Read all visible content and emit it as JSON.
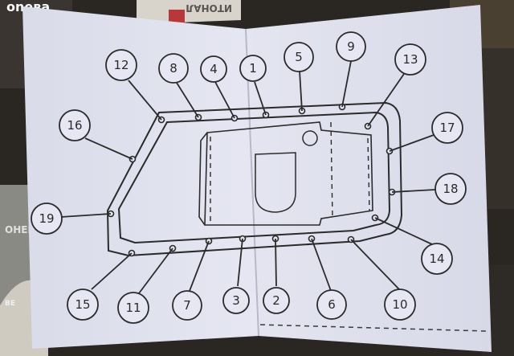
{
  "background_print": {
    "top_left_fragment": "oneва",
    "top_center_fragment": "ИТОНАЛ",
    "left_fragment": "ОНЕВА",
    "left_small": "BE"
  },
  "diagram": {
    "labels": [
      "1",
      "2",
      "3",
      "4",
      "5",
      "6",
      "7",
      "8",
      "9",
      "10",
      "11",
      "12",
      "13",
      "14",
      "15",
      "16",
      "17",
      "18",
      "19"
    ]
  },
  "colors": {
    "paper": "#dfe0ee",
    "ink": "#2b2b2b",
    "background": "#2a2622"
  }
}
